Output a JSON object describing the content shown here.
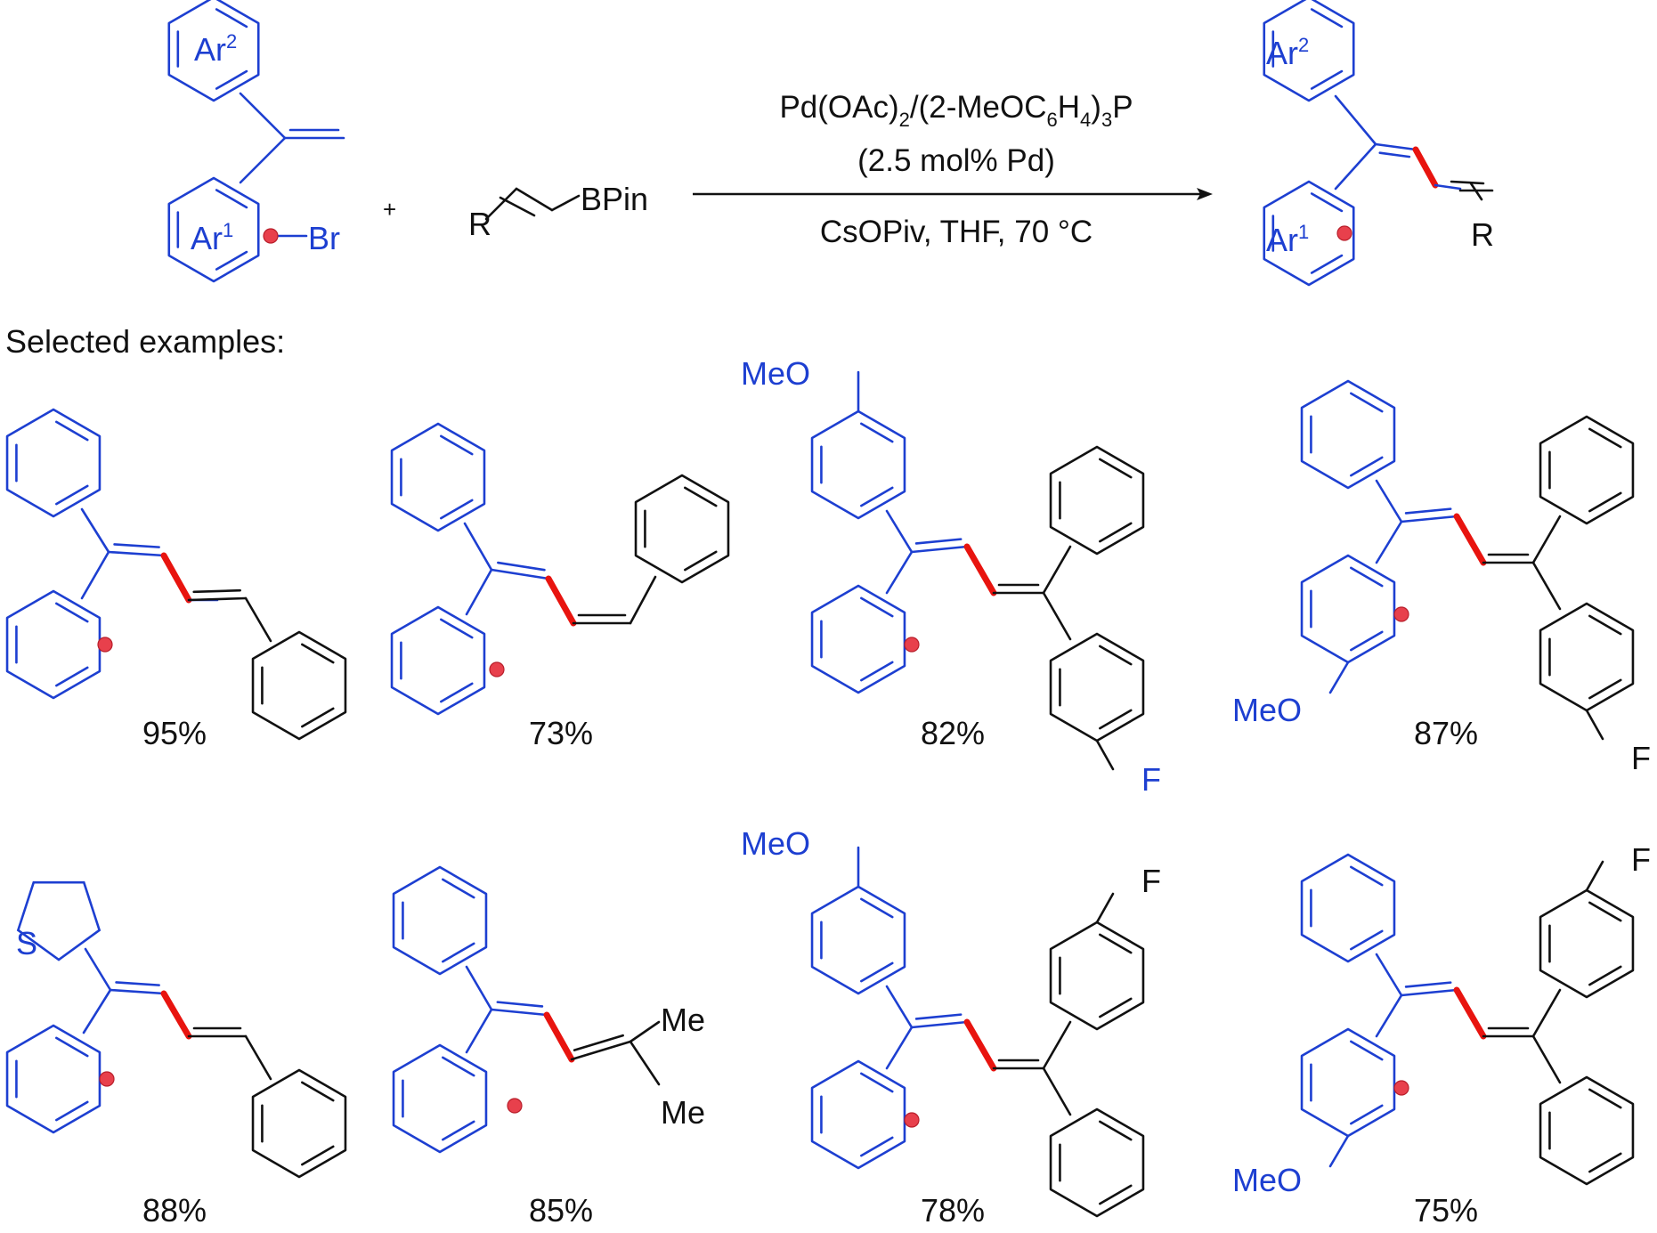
{
  "colors": {
    "substrate": "#1d3fd1",
    "new_bond": "#e8140f",
    "reagent": "#111111",
    "cyclization_site": "#e8404c"
  },
  "general_reaction": {
    "aryl_bromide": {
      "ar2_label": "Ar",
      "ar2_sup": "2",
      "ar1_label": "Ar",
      "ar1_sup": "1",
      "leaving_group": "Br"
    },
    "plus": "+",
    "boronate": {
      "r_label": "R",
      "group": "BPin"
    },
    "conditions": {
      "catalyst_line": [
        "Pd(OAc)",
        "2",
        "/(2-MeOC",
        "6",
        "H",
        "4",
        ")",
        "3",
        "P"
      ],
      "loading": "(2.5 mol% Pd)",
      "base_solvent_temp": "CsOPiv, THF, 70 °C"
    },
    "product": {
      "ar2_label": "Ar",
      "ar2_sup": "2",
      "ar1_label": "Ar",
      "ar1_sup": "1",
      "r_label": "R"
    }
  },
  "section_title": "Selected examples:",
  "examples": [
    {
      "yield": "95%",
      "labels": []
    },
    {
      "yield": "73%",
      "labels": []
    },
    {
      "yield": "82%",
      "labels": [
        "MeO",
        "F"
      ]
    },
    {
      "yield": "87%",
      "labels": [
        "MeO",
        "F"
      ]
    },
    {
      "yield": "88%",
      "labels": [
        "S"
      ]
    },
    {
      "yield": "85%",
      "labels": [
        "Me",
        "Me"
      ]
    },
    {
      "yield": "78%",
      "labels": [
        "MeO",
        "F"
      ]
    },
    {
      "yield": "75%",
      "labels": [
        "MeO",
        "F"
      ]
    }
  ]
}
